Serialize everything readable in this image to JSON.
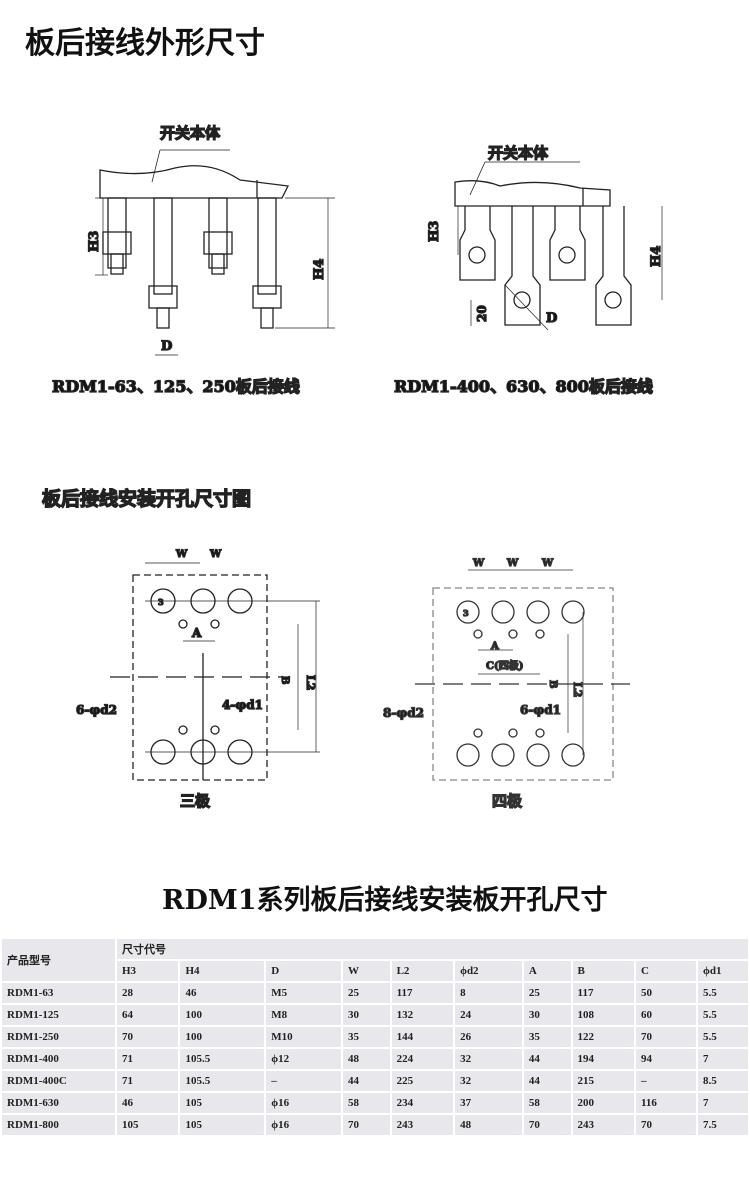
{
  "title": "板后接线外形尺寸",
  "diagram1": {
    "body_label": "开关本体",
    "h3": "H3",
    "h4": "H4",
    "d": "D",
    "caption": "RDM1-63、125、250板后接线"
  },
  "diagram2": {
    "body_label": "开关本体",
    "h3": "H3",
    "h4": "H4",
    "d": "D",
    "dim20": "20",
    "caption": "RDM1-400、630、800板后接线"
  },
  "section2_title": "板后接线安装开孔尺寸图",
  "three_pole": {
    "w": "W",
    "a": "A",
    "b": "B",
    "l2": "L2",
    "three": "3",
    "d2": "6-φd2",
    "d1": "4-φd1",
    "caption": "三极"
  },
  "four_pole": {
    "w": "W",
    "a": "A",
    "c": "C(四极)",
    "b": "B",
    "l2": "L2",
    "three": "3",
    "d2": "8-φd2",
    "d1": "6-φd1",
    "caption": "四极"
  },
  "table_title": "RDM1系列板后接线安装板开孔尺寸",
  "table": {
    "model_header": "产品型号",
    "group_header": "尺寸代号",
    "columns": [
      "H3",
      "H4",
      "D",
      "W",
      "L2",
      "ϕd2",
      "A",
      "B",
      "C",
      "ϕd1"
    ],
    "rows": [
      [
        "RDM1-63",
        "28",
        "46",
        "M5",
        "25",
        "117",
        "8",
        "25",
        "117",
        "50",
        "5.5"
      ],
      [
        "RDM1-125",
        "64",
        "100",
        "M8",
        "30",
        "132",
        "24",
        "30",
        "108",
        "60",
        "5.5"
      ],
      [
        "RDM1-250",
        "70",
        "100",
        "M10",
        "35",
        "144",
        "26",
        "35",
        "122",
        "70",
        "5.5"
      ],
      [
        "RDM1-400",
        "71",
        "105.5",
        "ϕ12",
        "48",
        "224",
        "32",
        "44",
        "194",
        "94",
        "7"
      ],
      [
        "RDM1-400C",
        "71",
        "105.5",
        "–",
        "44",
        "225",
        "32",
        "44",
        "215",
        "–",
        "8.5"
      ],
      [
        "RDM1-630",
        "46",
        "105",
        "ϕ16",
        "58",
        "234",
        "37",
        "58",
        "200",
        "116",
        "7"
      ],
      [
        "RDM1-800",
        "105",
        "105",
        "ϕ16",
        "70",
        "243",
        "48",
        "70",
        "243",
        "70",
        "7.5"
      ]
    ]
  }
}
